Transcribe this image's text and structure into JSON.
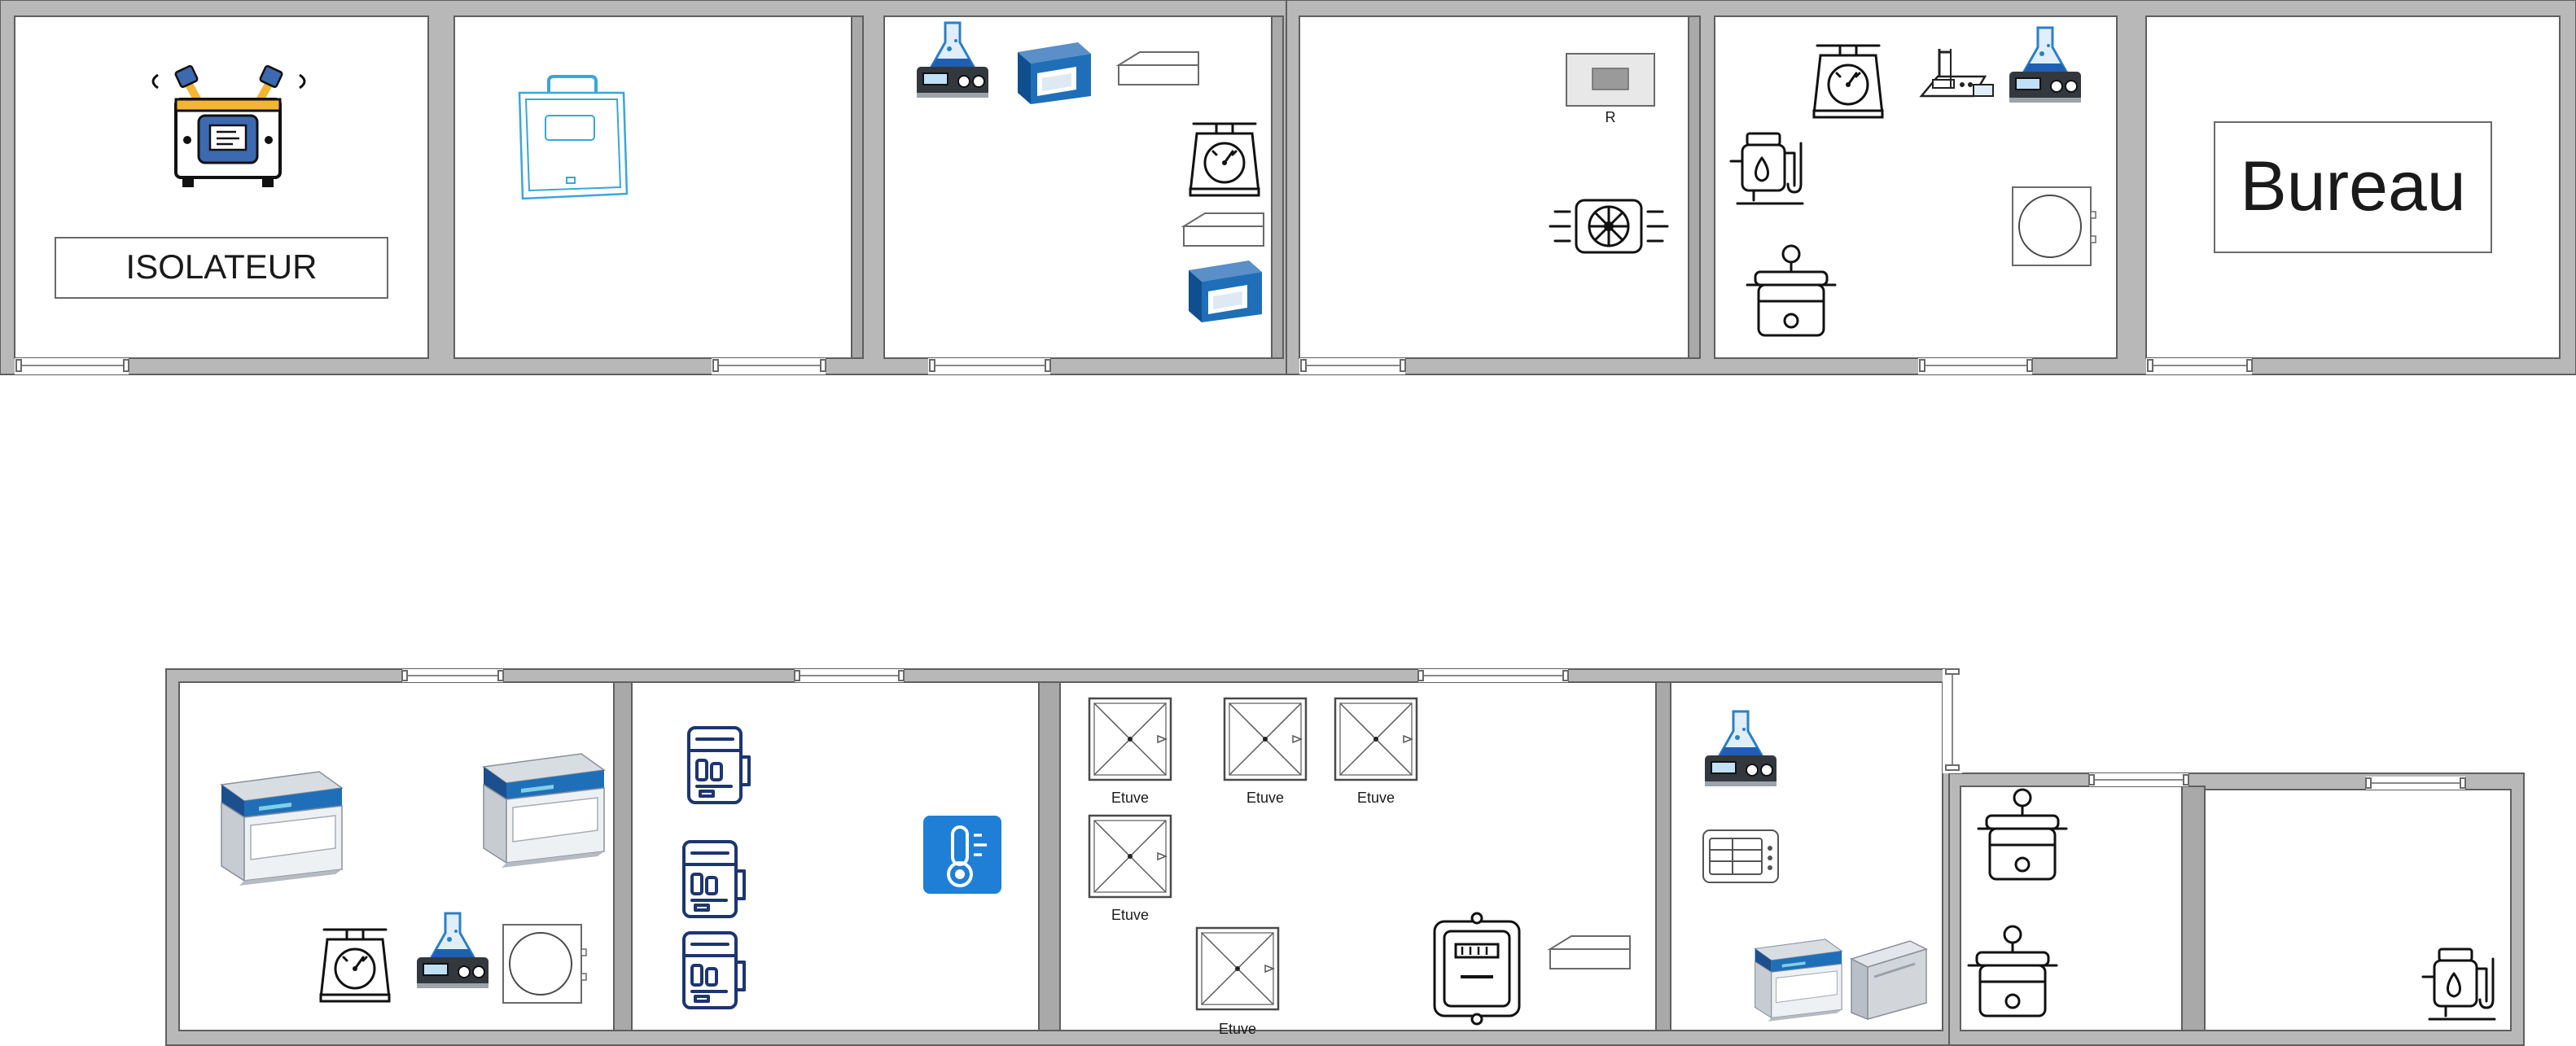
{
  "labels": {
    "isolateur": "ISOLATEUR",
    "bureau": "Bureau",
    "r": "R",
    "etuve": "Etuve"
  },
  "rooms_top": [
    "isolateur",
    "incubator-room",
    "lab-3",
    "room-r",
    "lab-5",
    "bureau"
  ],
  "rooms_bottom": [
    "hoods-room",
    "fridges-room",
    "etuves-room",
    "lab-10",
    "autoclave-room",
    "room-12"
  ],
  "equipment_icons": [
    "isolator-icon",
    "incubator-icon",
    "magnetic-stirrer-icon",
    "lab-analyzer-icon",
    "bench-icon",
    "scale-icon",
    "ventilation-icon",
    "distiller-icon",
    "ph-meter-icon",
    "autoclave-icon",
    "centrifuge-icon",
    "laminar-flow-hood-icon",
    "refrigerator-icon",
    "thermometer-icon",
    "oven-icon",
    "meter-icon",
    "control-panel-icon",
    "chest-freezer-icon"
  ],
  "colors": {
    "wall": "#b8b8b8",
    "blue_equipment": "#1f6fb8",
    "navy_outline": "#1d3570",
    "thermometer_bg": "#1f7fd6",
    "incubator_outline": "#3aa6d8"
  }
}
